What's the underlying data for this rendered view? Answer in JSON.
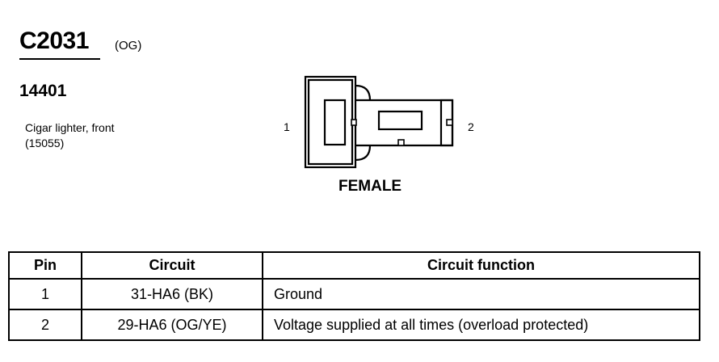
{
  "connector": {
    "id": "C2031",
    "color_code": "(OG)",
    "part_number": "14401",
    "description_line1": "Cigar lighter, front",
    "description_line2": "(15055)",
    "gender": "FEMALE",
    "pin_label_left": "1",
    "pin_label_right": "2"
  },
  "table": {
    "headers": [
      "Pin",
      "Circuit",
      "Circuit function"
    ],
    "rows": [
      {
        "pin": "1",
        "circuit": "31-HA6 (BK)",
        "function": "Ground"
      },
      {
        "pin": "2",
        "circuit": "29-HA6 (OG/YE)",
        "function": "Voltage supplied at all times (overload protected)"
      }
    ]
  }
}
